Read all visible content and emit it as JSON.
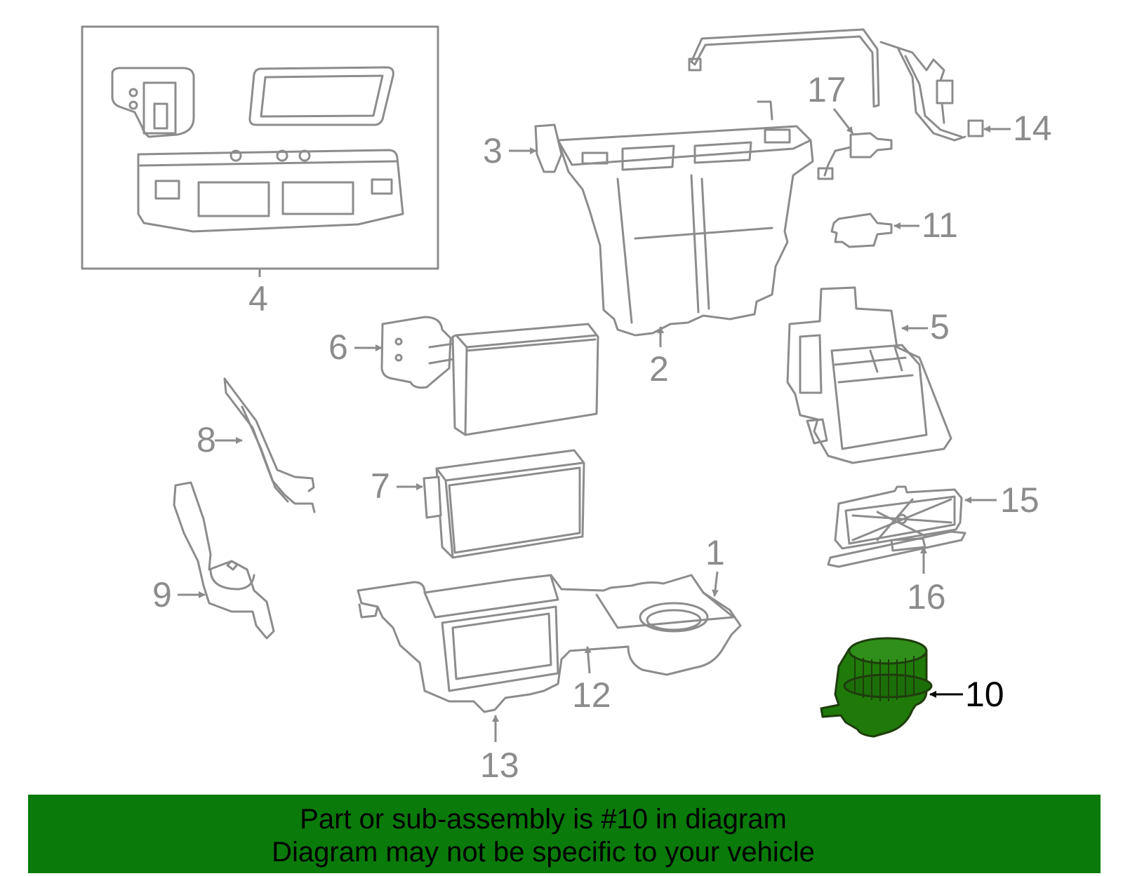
{
  "diagram": {
    "callouts": [
      "1",
      "2",
      "3",
      "4",
      "5",
      "6",
      "7",
      "8",
      "9",
      "10",
      "11",
      "12",
      "13",
      "14",
      "15",
      "16",
      "17"
    ],
    "highlighted_callout": "10",
    "highlight_color": "#1f7a0a",
    "line_color": "#8c8c8c"
  },
  "banner": {
    "line1": "Part or sub-assembly is #10 in diagram",
    "line2": "Diagram may not be specific to your vehicle",
    "background": "#0a7a0a"
  }
}
